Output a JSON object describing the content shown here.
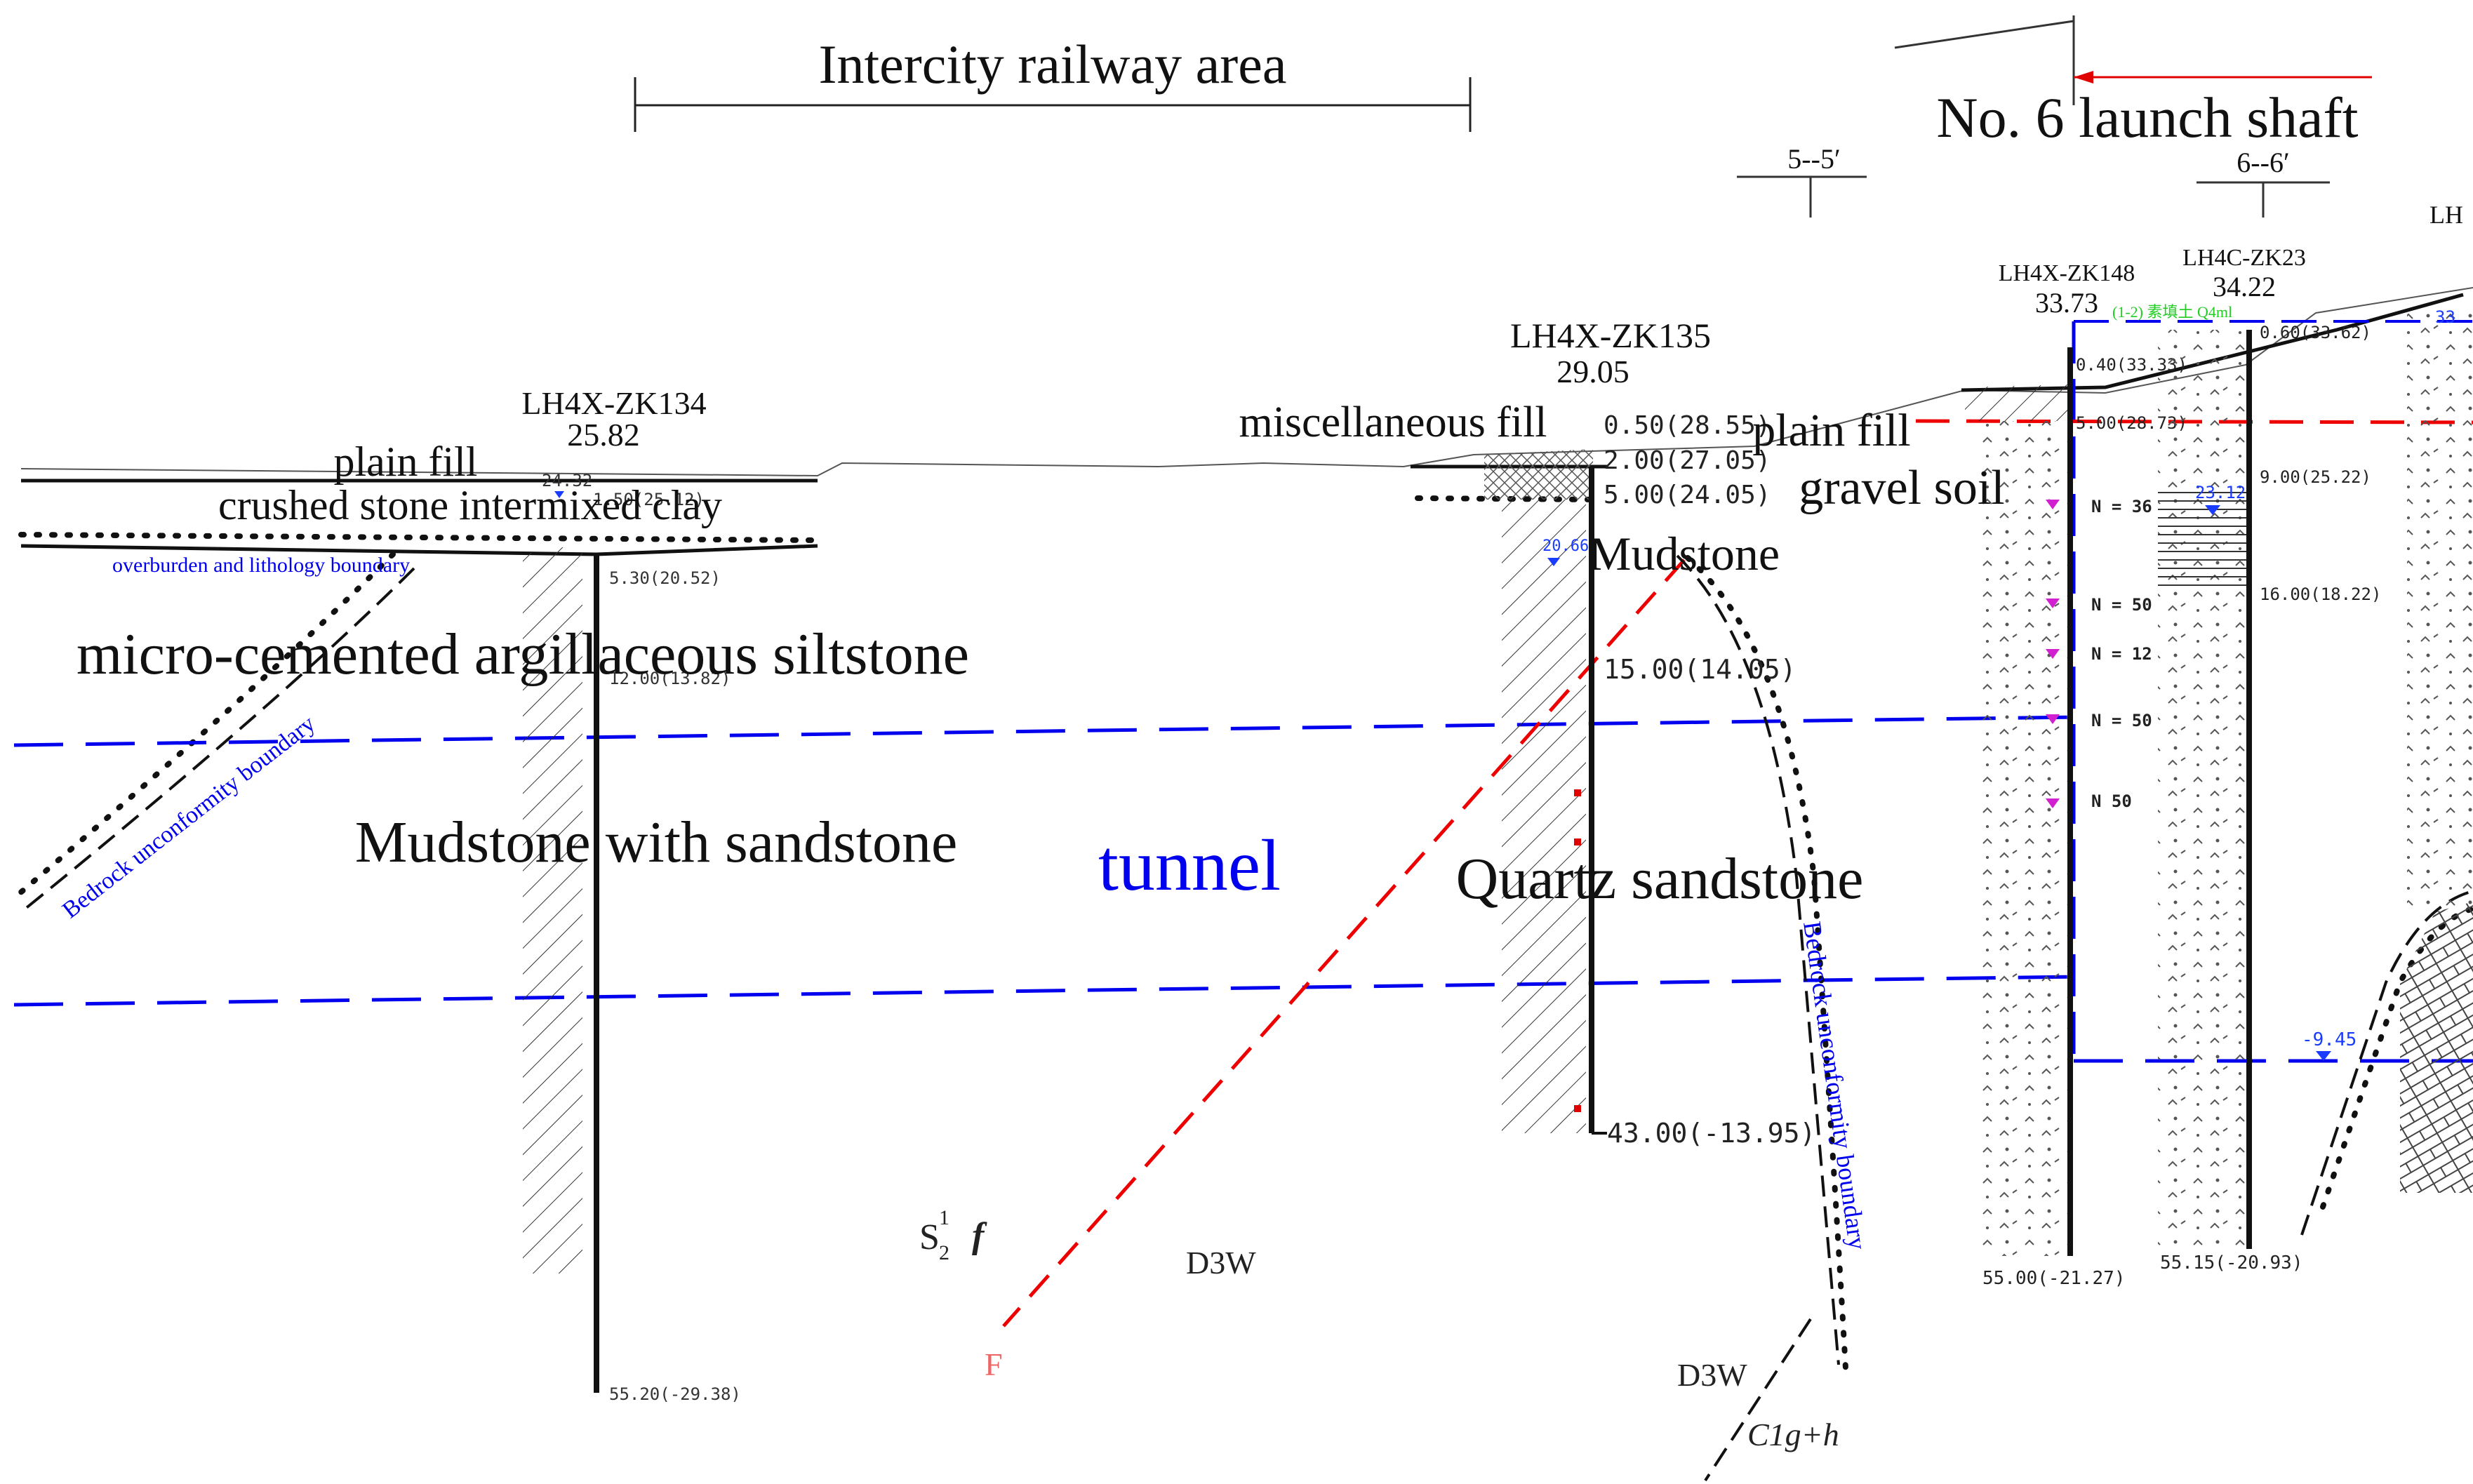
{
  "header": {
    "area_label": "Intercity railway area",
    "shaft_label": "No. 6 launch shaft",
    "section_5": "5--5′",
    "section_6": "6--6′",
    "edge_label": "LH"
  },
  "boreholes": {
    "zk134": {
      "id": "LH4X-ZK134",
      "elevation": "25.82",
      "depths": [
        "24.32",
        "1.50(25.12)",
        "5.30(20.52)",
        "12.00(13.82)",
        "55.20(-29.38)"
      ]
    },
    "zk135": {
      "id": "LH4X-ZK135",
      "elevation": "29.05",
      "depths": [
        "0.50(28.55)",
        "2.00(27.05)",
        "5.00(24.05)",
        "15.00(14.05)",
        "43.00(-13.95)"
      ],
      "water": "20.66"
    },
    "zk148": {
      "id": "LH4X-ZK148",
      "elevation": "33.73",
      "depths": [
        "0.40(33.33)",
        "5.00(28.73)",
        "55.00(-21.27)"
      ],
      "spt": [
        "N = 36",
        "N = 50",
        "N = 12",
        "N = 50",
        "N     50"
      ]
    },
    "zk23": {
      "id": "LH4C-ZK23",
      "elevation": "34.22",
      "depths": [
        "0.60(33.62)",
        "9.00(25.22)",
        "16.00(18.22)",
        "55.15(-20.93)"
      ],
      "water": "23.12",
      "fill_tag": "(1-2) 素填土 Q4ml"
    },
    "edge_value": "33"
  },
  "strata": {
    "plain_fill_left": "plain fill",
    "crushed_stone": "crushed stone intermixed clay",
    "overburden_boundary": "overburden and  lithology boundary",
    "siltstone": "micro-cemented argillaceous siltstone",
    "bedrock_boundary_left": "Bedrock unconformity boundary",
    "mudstone_sandstone": "Mudstone with sandstone",
    "tunnel": "tunnel",
    "misc_fill": "miscellaneous fill",
    "plain_fill_right": "plain fill",
    "gravel_soil": "gravel soil",
    "mudstone": "Mudstone",
    "quartz_sandstone": "Quartz sandstone",
    "bedrock_boundary_right": "Bedrock unconformity boundary",
    "water_level_right": "-9.45"
  },
  "geology_codes": {
    "s2f_base": "S",
    "s2f_sup": "1",
    "s2f_sub": "2",
    "s2f_f": "f",
    "d3w_1": "D3W",
    "fault": "F",
    "d3w_2": "D3W",
    "c1gh": "C1g+h"
  },
  "colors": {
    "tunnel_line": "#0000ee",
    "fault_line": "#ee0000",
    "water_marker": "#1a3cff",
    "spt_marker": "#d020d0",
    "tag_green": "#22cc22"
  }
}
